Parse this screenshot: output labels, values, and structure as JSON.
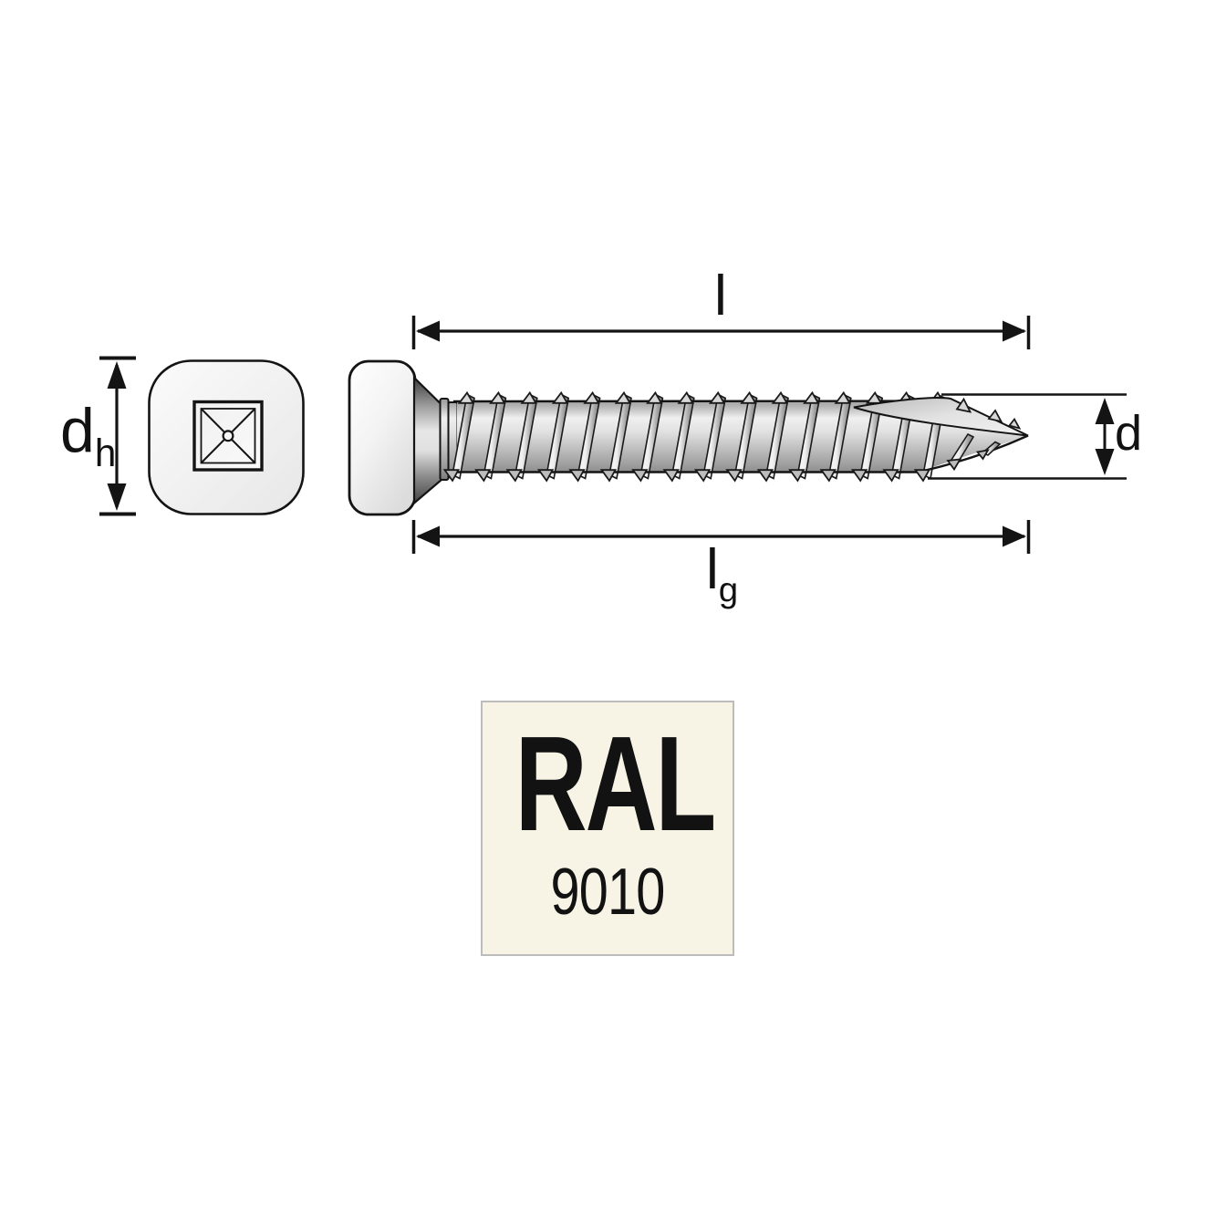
{
  "diagram": {
    "labels": {
      "head_diameter": {
        "symbol": "d",
        "subscript": "h"
      },
      "total_length": {
        "symbol": "l",
        "subscript": ""
      },
      "thread_length": {
        "symbol": "l",
        "subscript": "g"
      },
      "diameter": {
        "symbol": "d",
        "subscript": ""
      }
    },
    "line_color": "#141414"
  },
  "swatch": {
    "label": "RAL",
    "code": "9010",
    "background": "#f7f4e6",
    "border_color": "#bcbcbc"
  }
}
